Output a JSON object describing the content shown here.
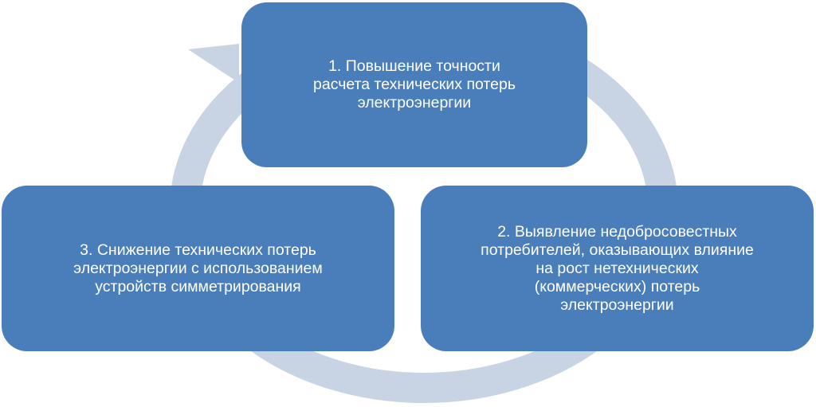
{
  "colors": {
    "box": "#4a7ebb",
    "arrow": "#c8d3e4",
    "text": "#ffffff"
  },
  "steps": [
    {
      "label": "1. Повышение точности\nрасчета технических потерь\nэлектроэнергии"
    },
    {
      "label": "2. Выявление недобросовестных\nпотребителей, оказывающих  влияние\nна рост нетехнических\n(коммерческих) потерь\nэлектроэнергии"
    },
    {
      "label": "3. Снижение технических потерь\nэлектроэнергии с использованием\nустройств симметрирования"
    }
  ]
}
